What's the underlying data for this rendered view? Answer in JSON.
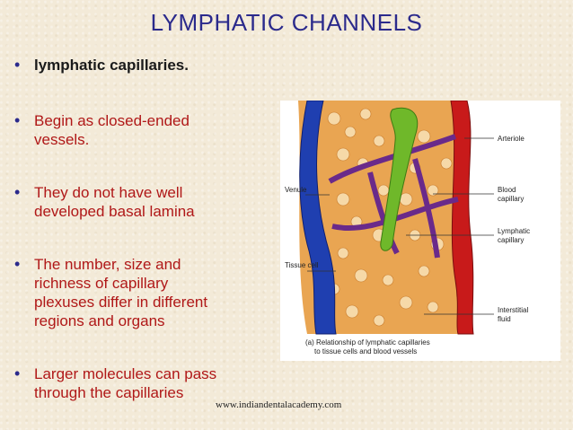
{
  "slide": {
    "title": "LYMPHATIC CHANNELS",
    "bullets": [
      {
        "lines": [
          "lymphatic capillaries."
        ]
      },
      {
        "lines": [
          "Begin  as closed-ended",
          "vessels."
        ]
      },
      {
        "lines": [
          "They do not have well",
          "developed basal lamina"
        ]
      },
      {
        "lines": [
          "The number, size and",
          "richness of  capillary",
          "plexuses differ in different",
          "regions and organs"
        ]
      },
      {
        "lines": [
          "Larger molecules can pass",
          "through the capillaries"
        ]
      }
    ],
    "footer": "www.indiandentalacademy.com"
  },
  "figure": {
    "labels": {
      "arteriole": "Arteriole",
      "venule": "Venule",
      "blood_capillary_1": "Blood",
      "blood_capillary_2": "capillary",
      "lymphatic_capillary_1": "Lymphatic",
      "lymphatic_capillary_2": "capillary",
      "tissue_cell": "Tissue cell",
      "interstitial_1": "Interstitial",
      "interstitial_2": "fluid",
      "caption_1": "(a) Relationship of lymphatic capillaries",
      "caption_2": "to tissue cells and blood vessels"
    },
    "colors": {
      "venule": "#1f3fb0",
      "arteriole": "#c81a1a",
      "lymphatic": "#6fb82a",
      "tissue": "#e8a24a"
    }
  }
}
